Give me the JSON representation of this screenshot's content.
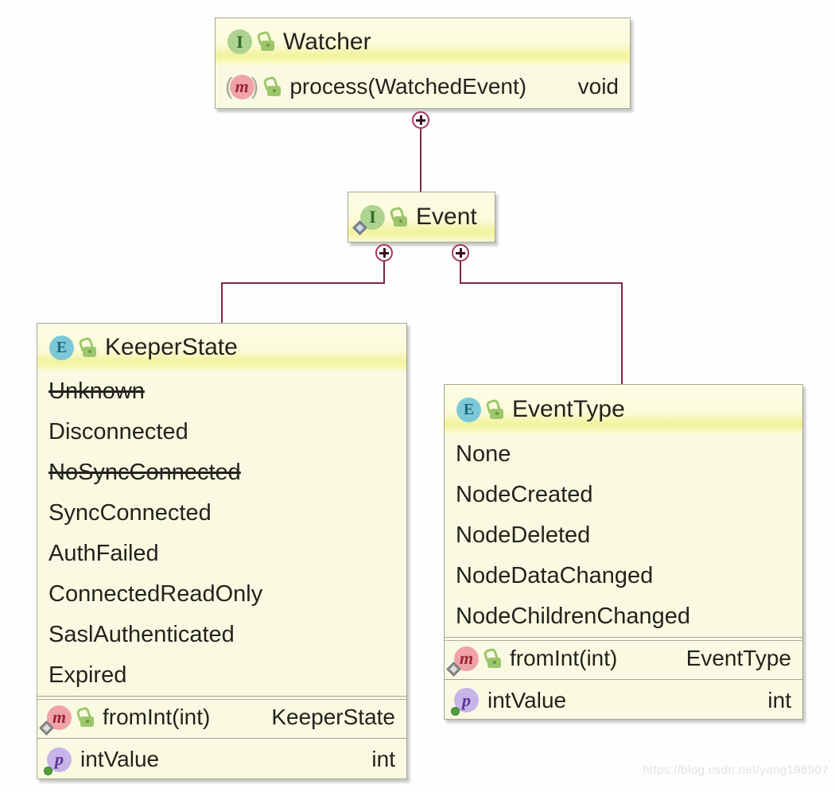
{
  "diagram": {
    "watermark": "https://blog.csdn.net/yang198907"
  },
  "icons": {
    "interface_badge": "I",
    "enum_badge": "E",
    "method_badge": "m",
    "property_badge": "p"
  },
  "colors": {
    "node_fill": "#fafae3",
    "header_highlight": "#f2f29d",
    "node_border": "#a6a698",
    "edge": "#7b2840",
    "anchor_ring": "#a23a55",
    "interface_icon": "#aed290",
    "enum_icon": "#7cc8d9",
    "method_icon": "#efa3a8",
    "property_icon": "#c7b4e8",
    "lock_icon": "#9cc66b"
  },
  "classes": {
    "watcher": {
      "title": "Watcher",
      "methods": [
        {
          "name": "process(WatchedEvent)",
          "type": "void"
        }
      ]
    },
    "event": {
      "title": "Event"
    },
    "keeper_state": {
      "title": "KeeperState",
      "values": [
        {
          "label": "Unknown",
          "deprecated": true
        },
        {
          "label": "Disconnected",
          "deprecated": false
        },
        {
          "label": "NoSyncConnected",
          "deprecated": true
        },
        {
          "label": "SyncConnected",
          "deprecated": false
        },
        {
          "label": "AuthFailed",
          "deprecated": false
        },
        {
          "label": "ConnectedReadOnly",
          "deprecated": false
        },
        {
          "label": "SaslAuthenticated",
          "deprecated": false
        },
        {
          "label": "Expired",
          "deprecated": false
        }
      ],
      "methods": [
        {
          "name": "fromInt(int)",
          "type": "KeeperState"
        }
      ],
      "properties": [
        {
          "name": "intValue",
          "type": "int"
        }
      ]
    },
    "event_type": {
      "title": "EventType",
      "values": [
        {
          "label": "None",
          "deprecated": false
        },
        {
          "label": "NodeCreated",
          "deprecated": false
        },
        {
          "label": "NodeDeleted",
          "deprecated": false
        },
        {
          "label": "NodeDataChanged",
          "deprecated": false
        },
        {
          "label": "NodeChildrenChanged",
          "deprecated": false
        }
      ],
      "methods": [
        {
          "name": "fromInt(int)",
          "type": "EventType"
        }
      ],
      "properties": [
        {
          "name": "intValue",
          "type": "int"
        }
      ]
    }
  }
}
